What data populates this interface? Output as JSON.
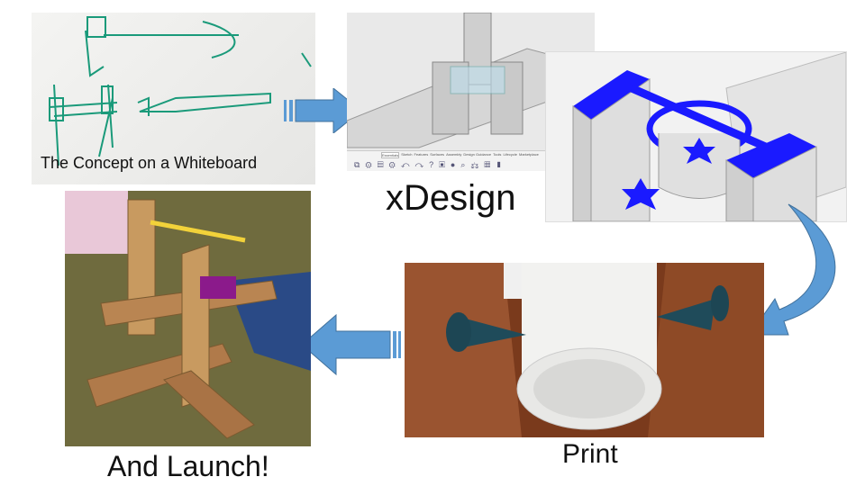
{
  "slide": {
    "steps": [
      {
        "caption": "The Concept on a Whiteboard"
      },
      {
        "caption": "xDesign"
      },
      {
        "caption": "Print"
      },
      {
        "caption": "And Launch!"
      }
    ],
    "xdesign_tabs": [
      "Essentials",
      "Sketch",
      "Features",
      "Surfaces",
      "Assembly",
      "Design Guidance",
      "Tools",
      "Lifecycle",
      "Marketplace"
    ]
  },
  "colors": {
    "arrow": "#5b9bd5",
    "model_blue": "#1a1aff",
    "wood": "#8b4a2a"
  }
}
